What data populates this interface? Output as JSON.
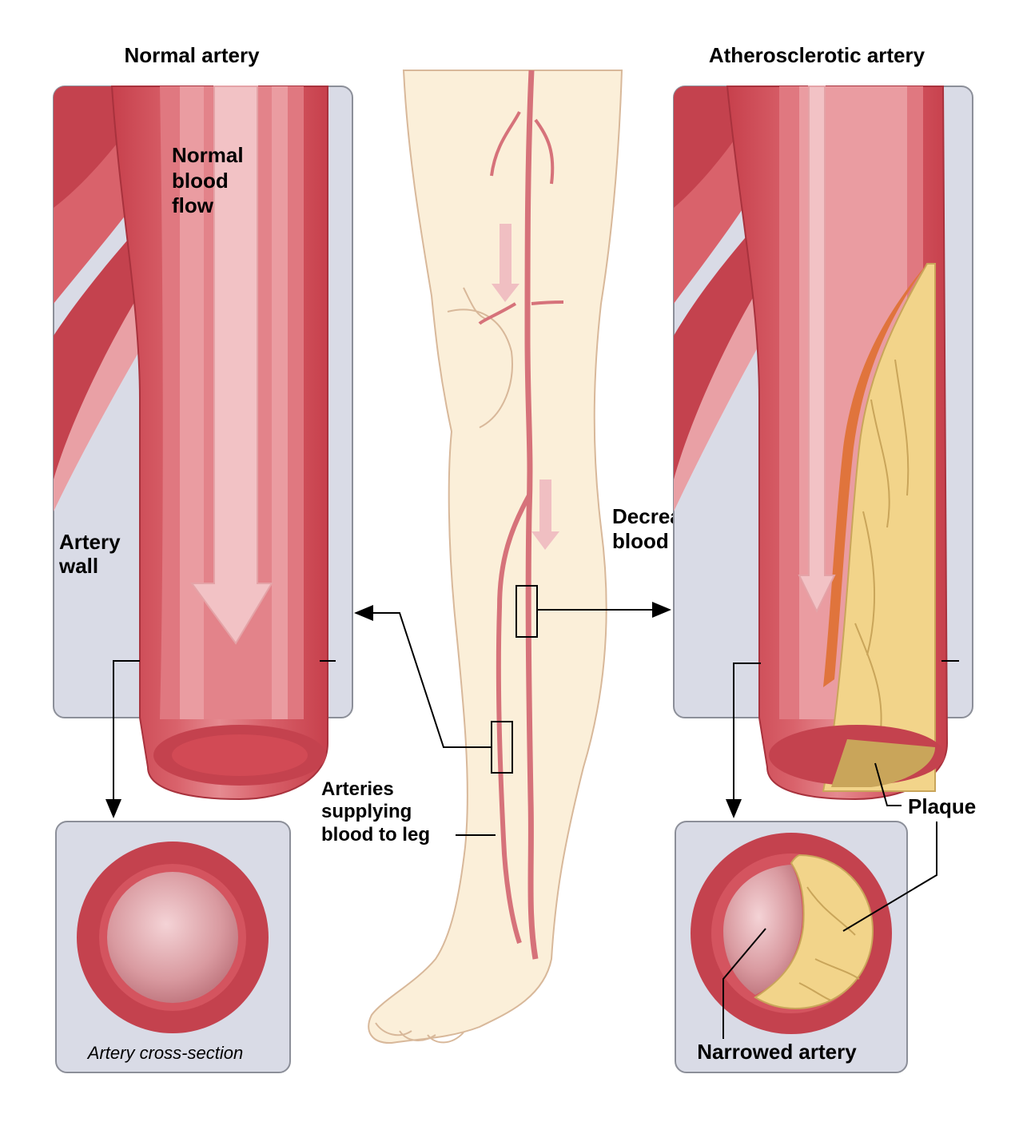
{
  "labels": {
    "normal_title": "Normal artery",
    "athero_title": "Atherosclerotic artery",
    "normal_flow": [
      "Normal",
      "blood",
      "flow"
    ],
    "artery_wall": [
      "Artery",
      "wall"
    ],
    "decreased_flow": [
      "Decreased",
      "blood flow"
    ],
    "arteries_supplying": [
      "Arteries",
      "supplying",
      "blood to leg"
    ],
    "cross_section": "Artery cross-section",
    "plaque": "Plaque",
    "narrowed_artery": "Narrowed artery"
  },
  "colors": {
    "panel_fill": "#d9dbe6",
    "panel_stroke": "#8c8f99",
    "artery_dark": "#c4424e",
    "artery_mid": "#dd6e76",
    "artery_light": "#eea6ab",
    "artery_pale": "#f6cfd0",
    "plaque_fill": "#f2d48a",
    "plaque_edge": "#e0743c",
    "skin": "#fbefd9",
    "skin_line": "#d8b89a"
  }
}
